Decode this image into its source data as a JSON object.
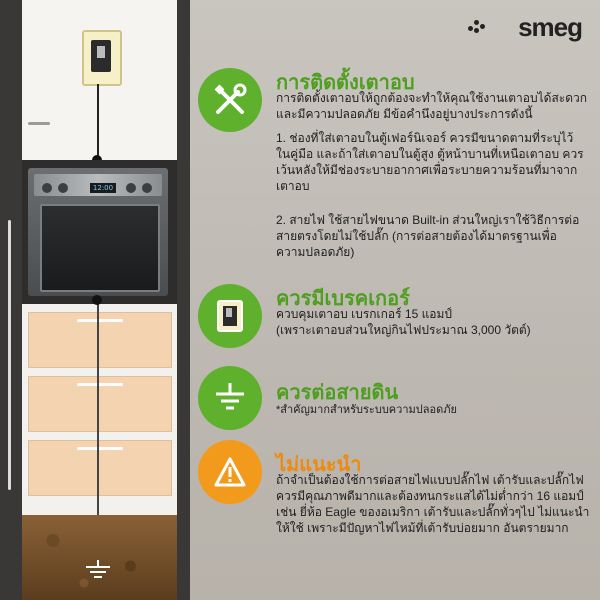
{
  "brand": {
    "logo_text": "smeg"
  },
  "sections": {
    "install": {
      "title": "การติดตั้งเตาอบ",
      "intro": "การติดตั้งเตาอบให้ถูกต้องจะทำให้คุณใช้งานเตาอบได้สะดวก และมีความปลอดภัย มีข้อคำนึงอยู่บางประการดังนี้",
      "item1": "1. ช่องที่ใส่เตาอบในตู้เฟอร์นิเจอร์ ควรมีขนาดตามที่ระบุไว้ในคู่มือ และถ้าใส่เตาอบในตู้สูง ตู้หน้าบานที่เหนือเตาอบ ควรเว้นหลังให้มีช่องระบายอากาศเพื่อระบายความร้อนที่มาจากเตาอบ",
      "item2": "2. สายไฟ ใช้สายไฟขนาด Built-in ส่วนใหญ่เราใช้วิธีการต่อสายตรงโดยไม่ใช้ปลั๊ก (การต่อสายต้องได้มาตรฐานเพื่อความปลอดภัย)"
    },
    "breaker": {
      "title": "ควรมีเบรคเกอร์",
      "line1": "ควบคุมเตาอบ เบรกเกอร์ 15 แอมป์",
      "line2": "(เพราะเตาอบส่วนใหญ่กินไฟประมาณ 3,000 วัตต์)"
    },
    "ground": {
      "title": "ควรต่อสายดิน",
      "note": "*สำคัญมากสำหรับระบบความปลอดภัย"
    },
    "warning": {
      "title": "ไม่แนะนำ",
      "body": "ถ้าจำเป็นต้องใช้การต่อสายไฟแบบปลั๊กไฟ เต้ารับและปลั๊กไฟควรมีคุณภาพดีมากและต้องทนกระแสได้ไม่ต่ำกว่า 16 แอมป์ เช่น ยี่ห้อ Eagle ของอเมริกา เต้ารับและปลั๊กทั่วๆไป ไม่แนะนำให้ใช้ เพราะมีปัญหาไฟไหม้ที่เต้ารับบ่อยมาก อันตรายมาก"
    }
  },
  "icons": {
    "tools": "wrench-screwdriver-icon",
    "breaker": "breaker-icon",
    "ground": "ground-icon",
    "warning": "warning-icon"
  },
  "colors": {
    "green": "#5fb02d",
    "orange": "#f29a1c"
  },
  "oven_display": "12:00"
}
